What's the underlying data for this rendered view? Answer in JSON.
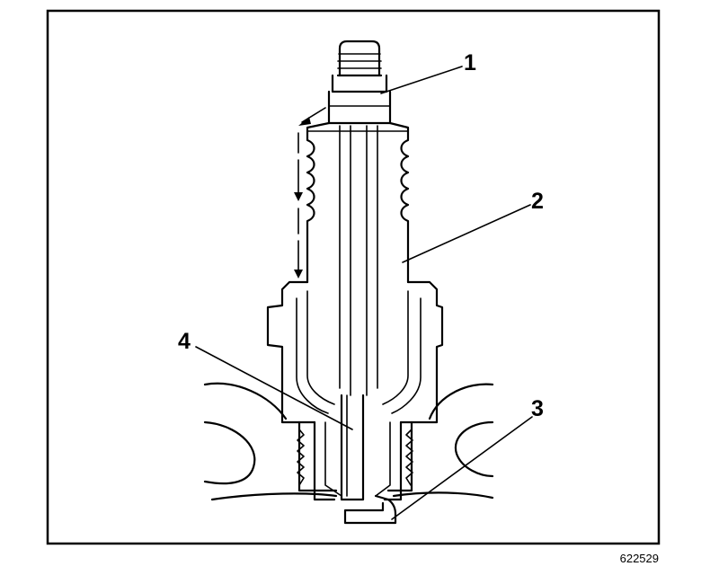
{
  "callouts": [
    {
      "id": "1",
      "label": "1"
    },
    {
      "id": "2",
      "label": "2"
    },
    {
      "id": "3",
      "label": "3"
    },
    {
      "id": "4",
      "label": "4"
    }
  ],
  "figure_number": "622529"
}
